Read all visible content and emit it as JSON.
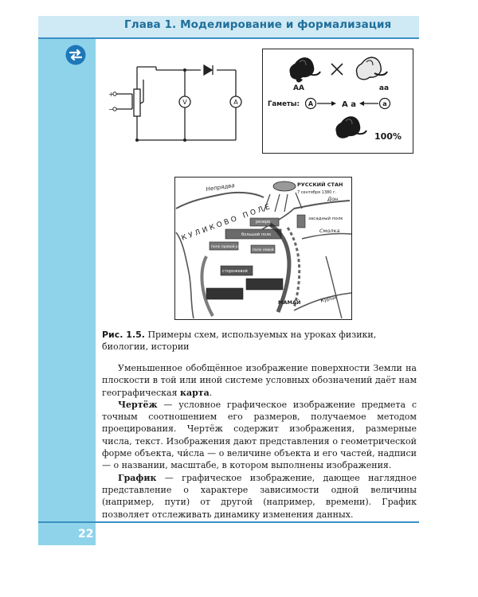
{
  "header": {
    "title": "Глава 1. Моделирование и формализация"
  },
  "genetics": {
    "parent1": "АА",
    "parent2": "аа",
    "gametes_label": "Гаметы:",
    "gamete1": "А",
    "gamete2": "а",
    "offspring": "А а",
    "percent": "100%"
  },
  "circuit": {
    "plus": "+",
    "minus": "−",
    "voltmeter": "V",
    "ammeter": "A"
  },
  "map": {
    "labels": {
      "nepryadva": "Непрядва",
      "russky_stan": "РУССКИЙ СТАН",
      "date": "7 сентября 1380 г.",
      "don": "Дон",
      "zasadny_polk": "засадный полк",
      "kulikovo_pole": "КУЛИКОВО ПОЛЕ",
      "rezerv": "резерв",
      "bolshoy_polk": "большой полк",
      "polk_pravoy_ruki": "полк правой руки",
      "polk_levoy_ruki": "полк левой руки",
      "storozhevoy": "сторожевой",
      "smolka": "Смолка",
      "mamay": "МАМАЙ",
      "rezerv2": "резерв",
      "kurtsa": "Курца"
    }
  },
  "caption": {
    "label": "Рис. 1.5.",
    "text": "Примеры схем, используемых на уроках физики, биологии, истории"
  },
  "body": {
    "p1_start": "Уменьшенное обобщённое изображение поверхности Земли на плоскости в той или иной системе условных обозначений даёт нам географическая ",
    "p1_term": "карта",
    "p1_end": ".",
    "p2_term": "Чертёж",
    "p2_text": " — условное графическое изображение предмета с точным соотношением его размеров, получаемое методом проецирования. Чертёж содержит изображения, размерные числа, текст. Изображения дают представления о геометрической форме объекта, чи́сла — о величине объекта и его частей, надписи — о названии, масштабе, в котором выполнены изображения.",
    "p3_term": "График",
    "p3_text": " — графическое изображение, дающее наглядное представление о характере зависимости одной величины (например, пути) от другой (например, времени). График позволяет отслеживать динамику изменения данных."
  },
  "footer": {
    "page_number": "22"
  }
}
